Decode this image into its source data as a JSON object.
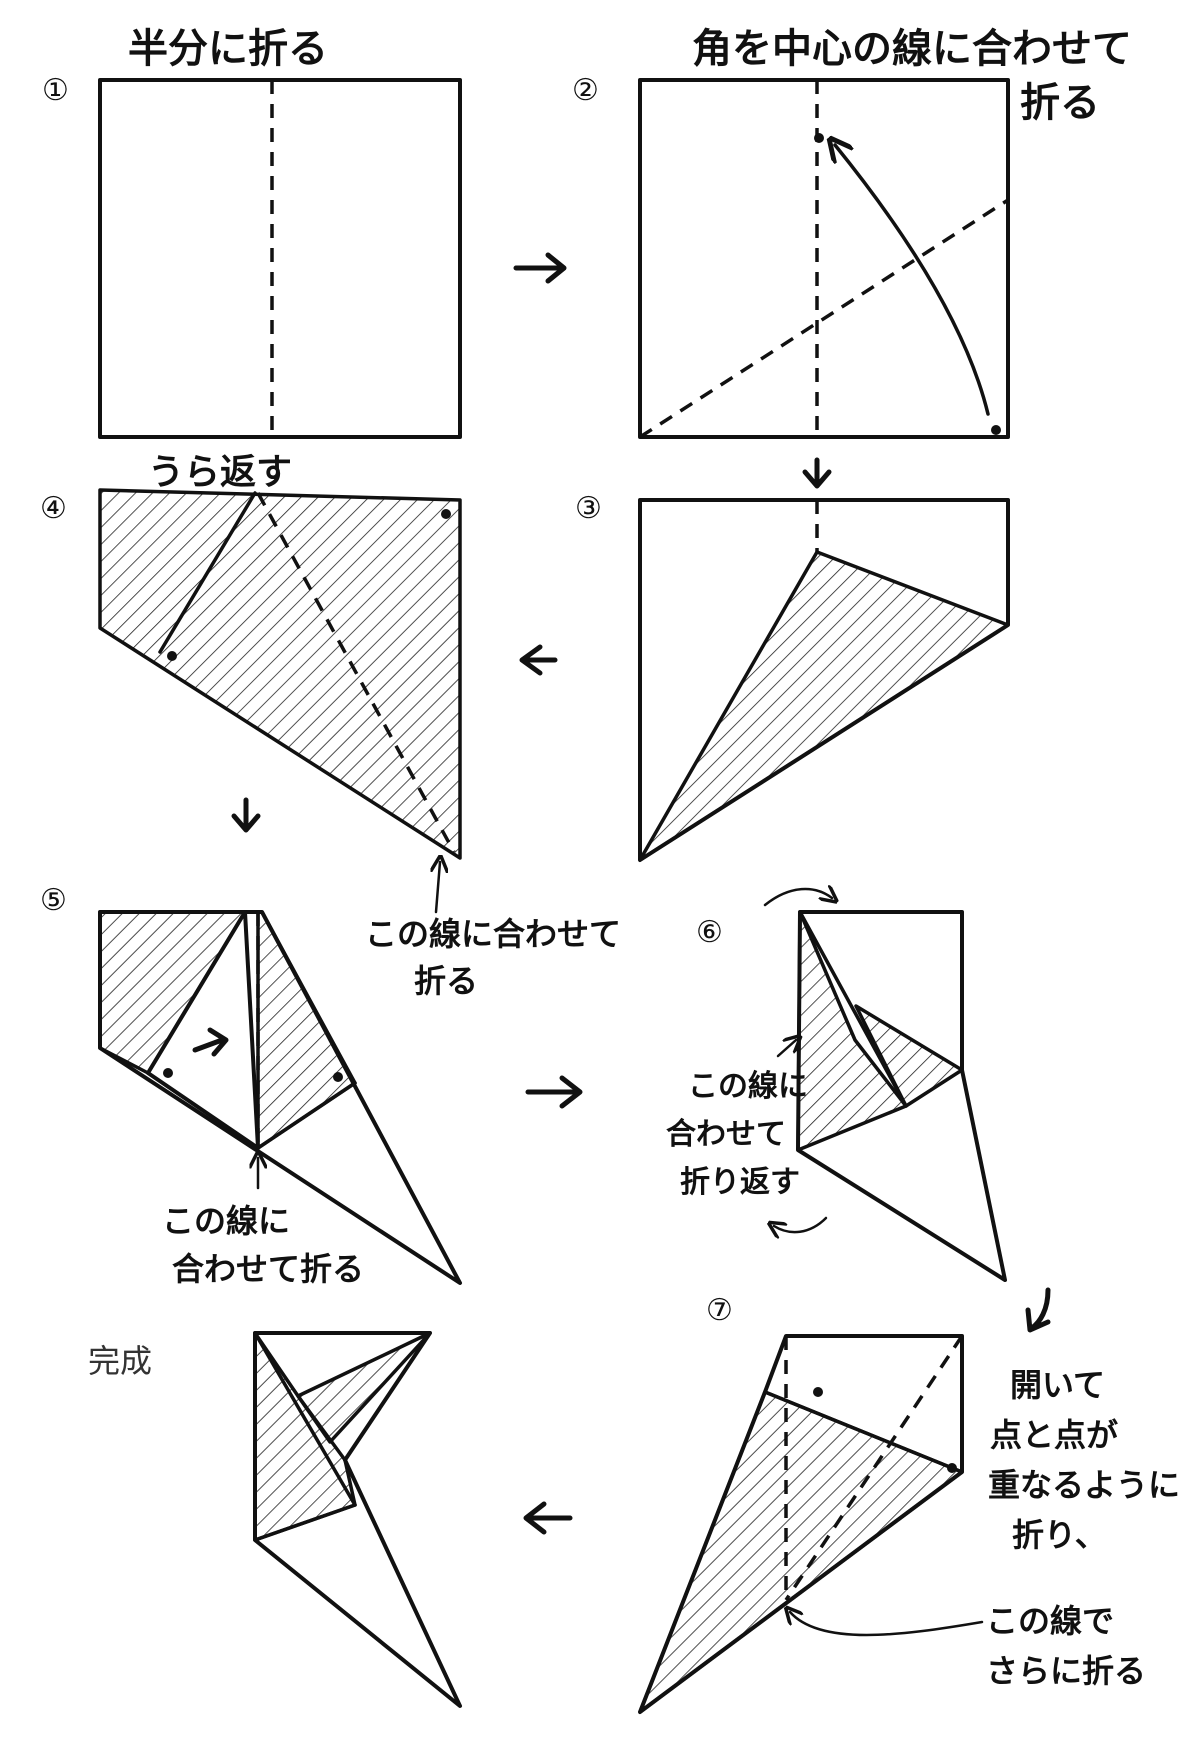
{
  "steps": [
    {
      "number": "①",
      "instruction": "半分に折る"
    },
    {
      "number": "②",
      "instruction_line1": "角を中心の線に合わせて",
      "instruction_line2": "折る"
    },
    {
      "number": "③"
    },
    {
      "number": "④",
      "instruction": "うら返す"
    },
    {
      "number": "⑤",
      "note_line1": "この線に",
      "note_line2": "合わせて折る"
    },
    {
      "number": "⑥",
      "note_line1": "この線に",
      "note_line2": "合わせて",
      "note_line3": "折り返す"
    },
    {
      "number": "⑦",
      "note_line1": "開いて",
      "note_line2": "点と点が",
      "note_line3": "重なるように",
      "note_line4": "折り、",
      "note2_line1": "この線で",
      "note2_line2": "さらに折る"
    }
  ],
  "callout_45": {
    "line1": "この線に合わせて",
    "line2": "折る"
  },
  "final_label": "完成",
  "colors": {
    "ink": "#111111",
    "paper": "#ffffff"
  }
}
